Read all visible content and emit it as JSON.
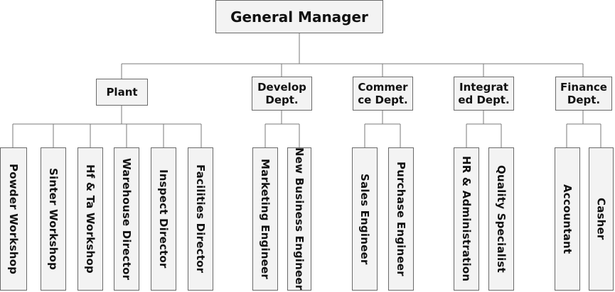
{
  "org_chart": {
    "root": "General Manager",
    "departments": [
      {
        "label": "Plant",
        "units": [
          "Powder Workshop",
          "Sinter Workshop",
          "Hf & Ta Workshop",
          "Warehouse Director",
          "Inspect Director",
          "Facilities Director"
        ]
      },
      {
        "label": "Develop\nDept.",
        "units": [
          "Marketing Engineer",
          "New Business Engineer"
        ]
      },
      {
        "label": "Commer\nce Dept.",
        "units": [
          "Sales Engineer",
          "Purchase Engineer"
        ]
      },
      {
        "label": "Integrat\ned Dept.",
        "units": [
          "HR & Administration",
          "Quality Specialist"
        ]
      },
      {
        "label": "Finance\nDept.",
        "units": [
          "Accountant",
          "Casher"
        ]
      }
    ]
  }
}
